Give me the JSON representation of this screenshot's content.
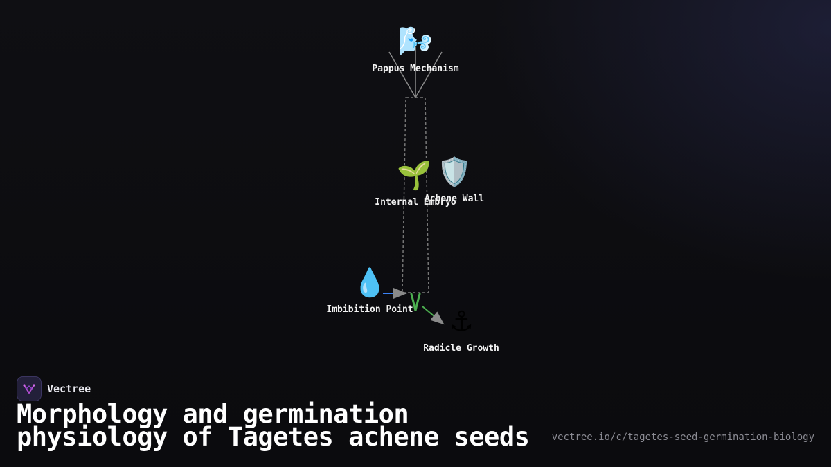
{
  "diagram": {
    "nodes": [
      {
        "id": "pappus",
        "icon": "wind-icon",
        "glyph": "🌬️",
        "label": "Pappus Mechanism"
      },
      {
        "id": "embryo",
        "icon": "seedling-icon",
        "glyph": "🌱",
        "label": "Internal Embryo"
      },
      {
        "id": "wall",
        "icon": "shield-icon",
        "glyph": "🛡️",
        "label": "Achene Wall"
      },
      {
        "id": "imbibition",
        "icon": "droplet-icon",
        "glyph": "💧",
        "label": "Imbibition Point"
      },
      {
        "id": "radicle",
        "icon": "anchor-icon",
        "glyph": "⚓",
        "label": "Radicle Growth"
      }
    ],
    "colors": {
      "arrow_water": "#3b82f6",
      "arrow_growth": "#4caf50",
      "lines": "#8a8a8a",
      "dashed_outline": "#777777"
    }
  },
  "brand": {
    "name": "Vectree",
    "logo_icon": "vectree-logo-icon",
    "logo_color": "#b84fd6"
  },
  "title": {
    "line1": "Morphology and germination",
    "line2": "physiology of Tagetes achene seeds"
  },
  "url": "vectree.io/c/tagetes-seed-germination-biology"
}
